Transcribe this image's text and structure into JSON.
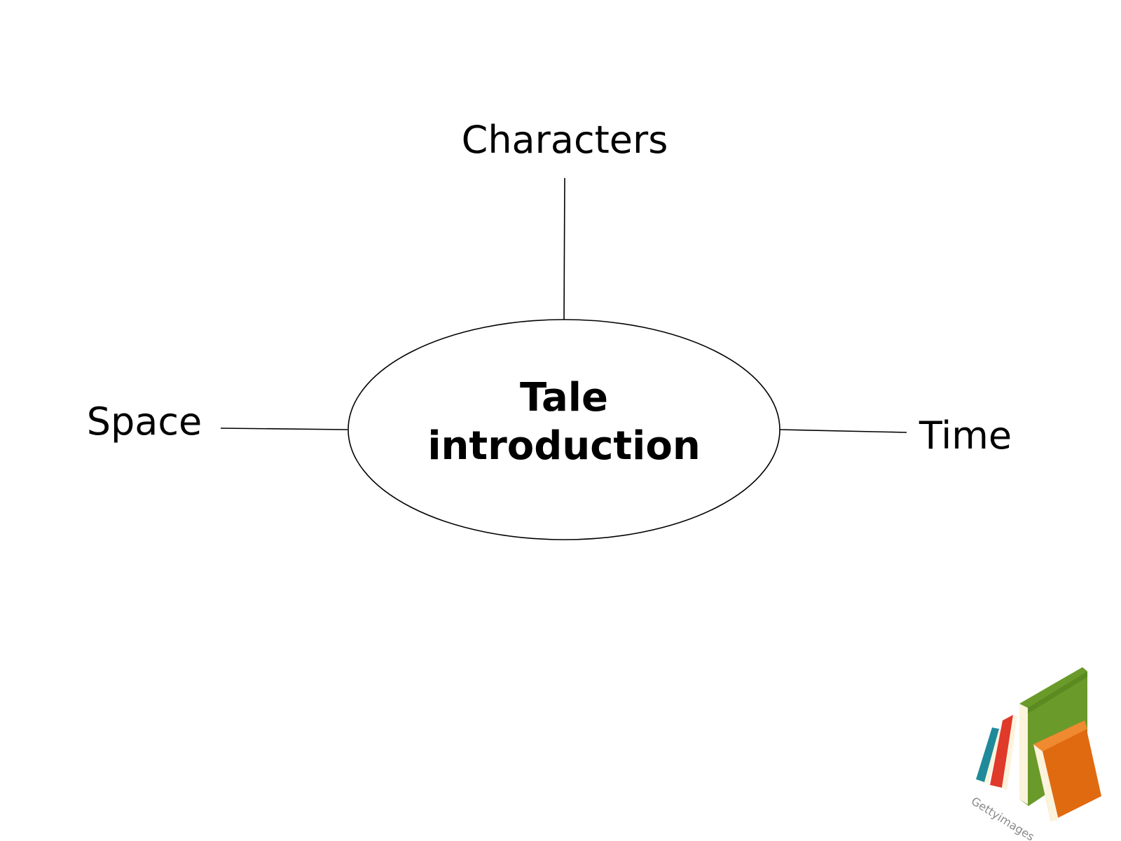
{
  "diagram": {
    "center": {
      "line1": "Tale",
      "line2": "introduction"
    },
    "nodes": {
      "top": "Characters",
      "left": "Space",
      "right": "Time"
    }
  },
  "logo": {
    "watermark": "Gettyimages"
  },
  "colors": {
    "book_teal": "#1f8a9a",
    "book_red": "#e03a2a",
    "book_green": "#6a9a2a",
    "book_orange": "#e06a10",
    "book_pages": "#fbf3dc"
  }
}
